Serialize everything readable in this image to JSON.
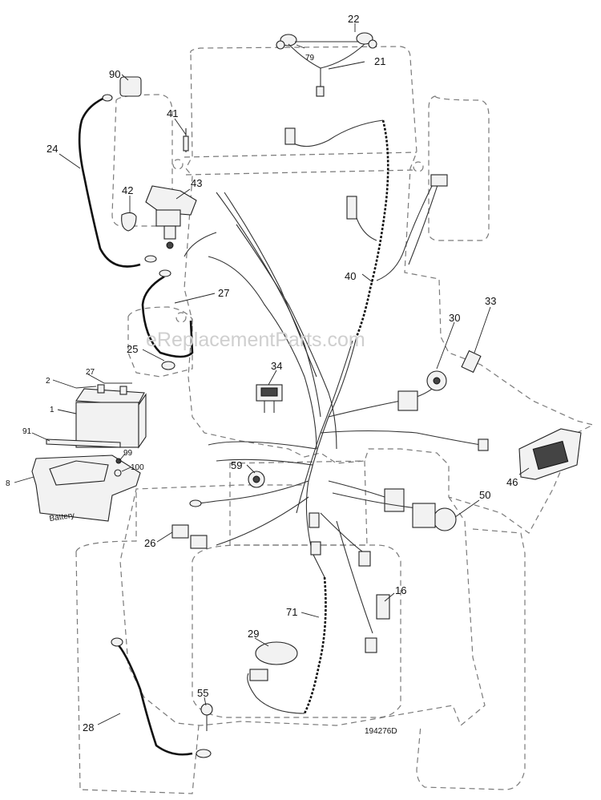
{
  "watermark": "eReplacementParts.com",
  "drawing_number": "194276D",
  "battery_text": "Battery",
  "callouts": [
    "22",
    "79",
    "21",
    "90",
    "41",
    "24",
    "43",
    "42",
    "40",
    "27",
    "30",
    "33",
    "25",
    "2",
    "27",
    "34",
    "1",
    "91",
    "99",
    "100",
    "8",
    "59",
    "46",
    "50",
    "26",
    "16",
    "71",
    "29",
    "55",
    "28"
  ]
}
